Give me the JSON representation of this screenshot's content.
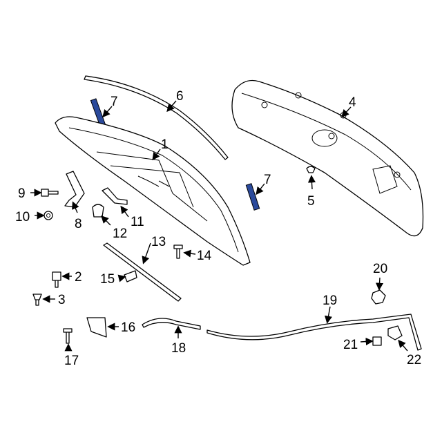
{
  "diagram": {
    "title": "Hood components exploded view",
    "accent_color": "#2b4a9b",
    "callouts": {
      "c1": "1",
      "c2": "2",
      "c3": "3",
      "c4": "4",
      "c5": "5",
      "c6": "6",
      "c7a": "7",
      "c7b": "7",
      "c8": "8",
      "c9": "9",
      "c10": "10",
      "c11": "11",
      "c12": "12",
      "c13": "13",
      "c14": "14",
      "c15": "15",
      "c16": "16",
      "c17": "17",
      "c18": "18",
      "c19": "19",
      "c20": "20",
      "c21": "21",
      "c22": "22"
    }
  }
}
